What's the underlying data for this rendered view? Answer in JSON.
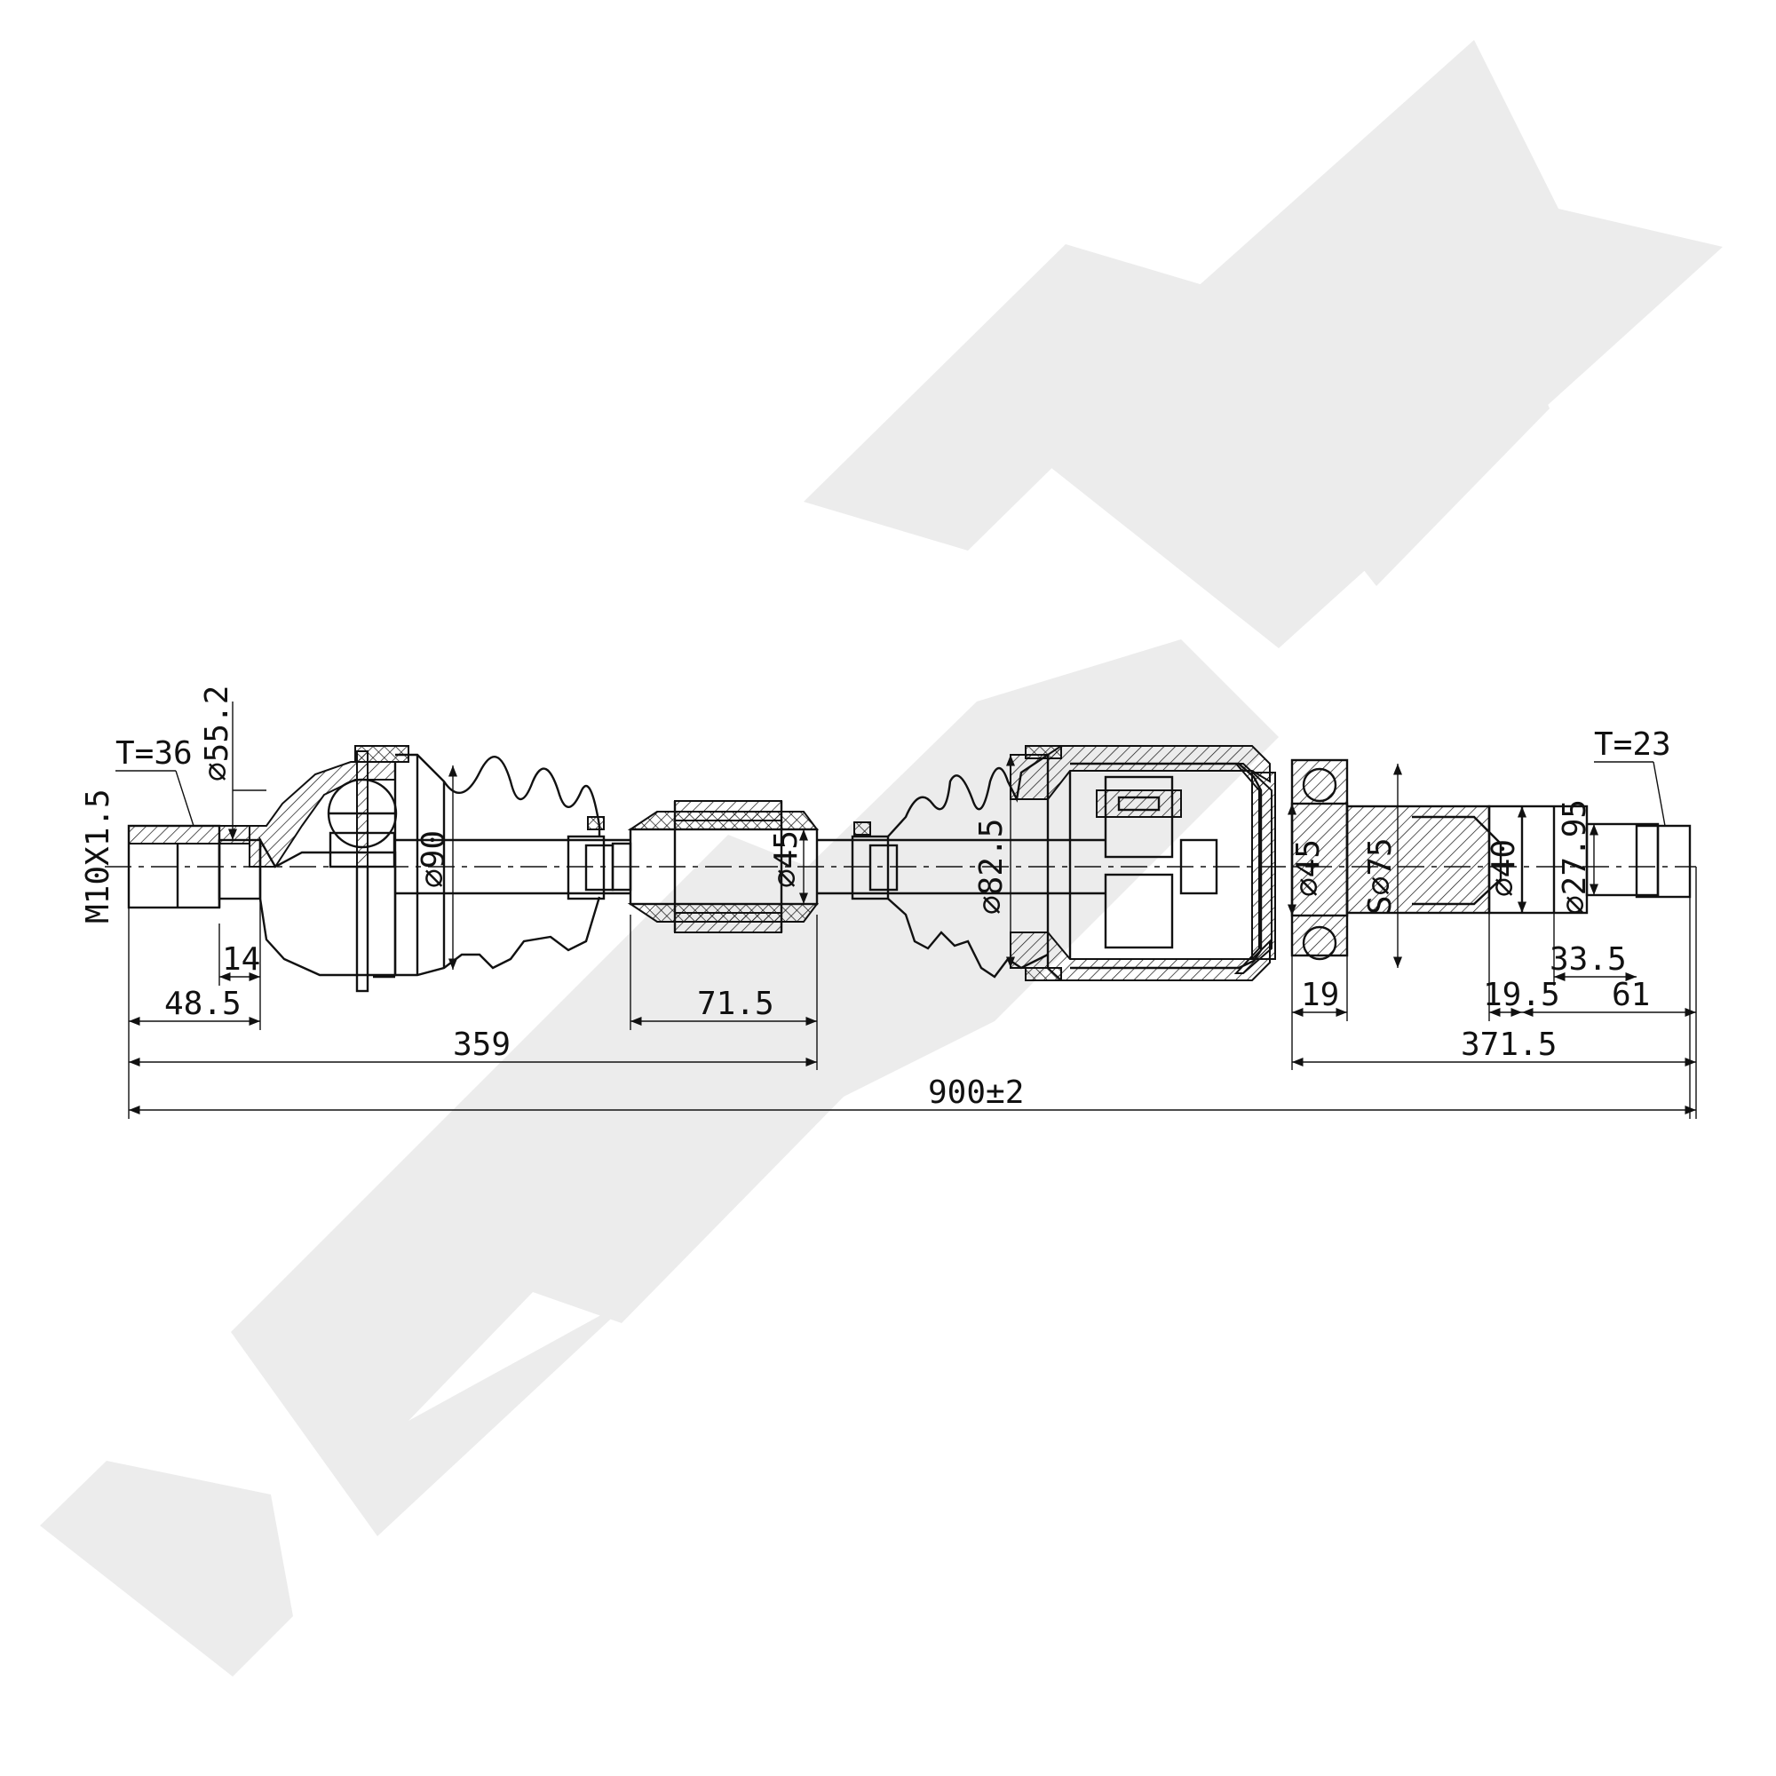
{
  "watermark": {
    "text": "ZENNEK",
    "color": "#ececec"
  },
  "drawing": {
    "stroke_color": "#111111",
    "dimensions": {
      "tooth_left": "T=36",
      "tooth_right": "T=23",
      "thread": "M10X1.5",
      "dia_55_2": "⌀55.2",
      "dia_90": "⌀90",
      "dia_45_boot": "⌀45",
      "dia_82_5": "⌀82.5",
      "dia_45_inner": "⌀45",
      "sphere_75": "S⌀75",
      "dia_40": "⌀40",
      "dia_27_95": "⌀27.95",
      "len_14": "14",
      "len_48_5": "48.5",
      "len_71_5": "71.5",
      "len_359": "359",
      "len_19": "19",
      "len_19_5": "19.5",
      "len_33_5": "33.5",
      "len_61": "61",
      "len_371_5": "371.5",
      "len_900": "900±2"
    }
  }
}
